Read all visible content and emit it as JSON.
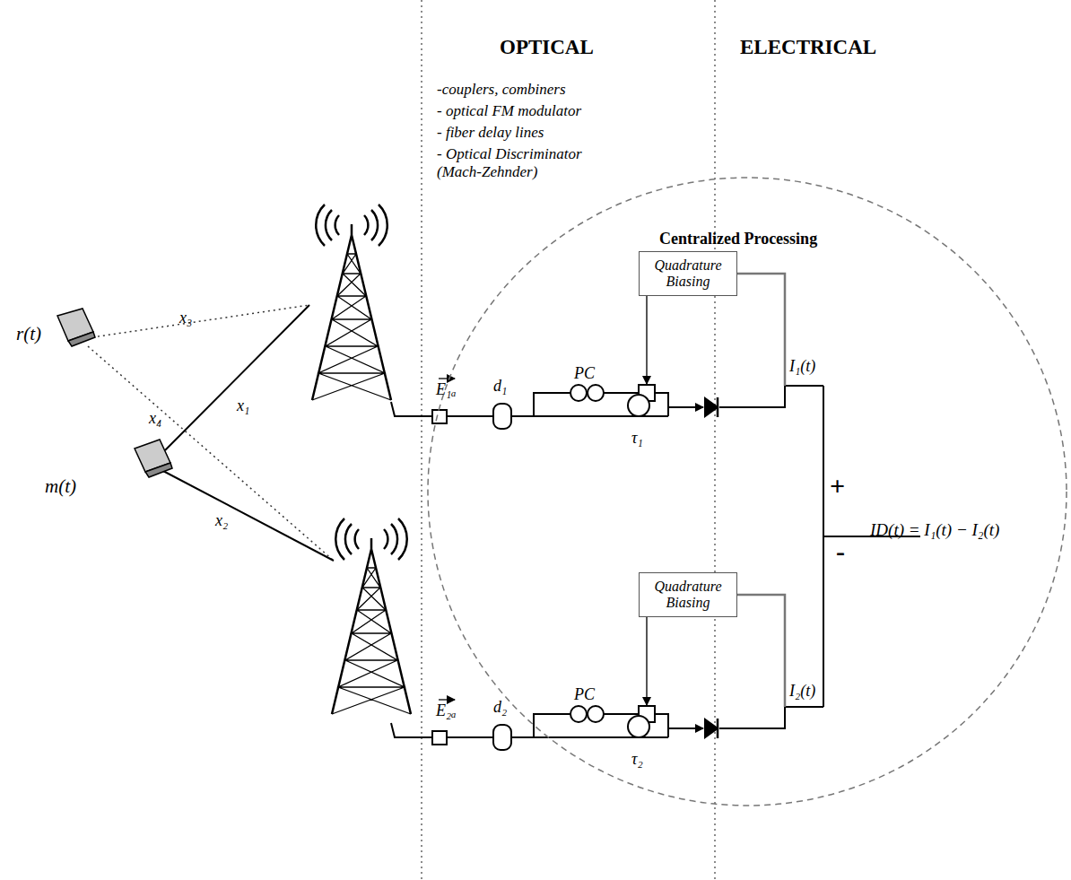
{
  "diagram": {
    "nodes": [
      {
        "text": [
          "Centralized Processing"
        ]
      },
      {
        "text": [
          "Quadrature Biasing"
        ],
        "in": 0
      },
      {
        "text": [
          "Quadrature Biasing"
        ],
        "in": 0
      }
    ],
    "labels": [
      "OPTICAL",
      "ELECTRICAL",
      "-couplers, combiners",
      "- optical FM modulator",
      "- fiber delay lines",
      "- Optical Discriminator (Mach-Zehnder)",
      "r(t)",
      "m(t)",
      "x₃",
      "x₁",
      "x₄",
      "x₂",
      "E₁ₐ",
      "d₁",
      "PC",
      "τ₁",
      "I₁(t)",
      "+",
      "ID(t) = I₁(t) − I₂(t)",
      "-",
      "E₂ₐ",
      "d₂",
      "PC",
      "τ₂",
      "I₂(t)"
    ]
  }
}
